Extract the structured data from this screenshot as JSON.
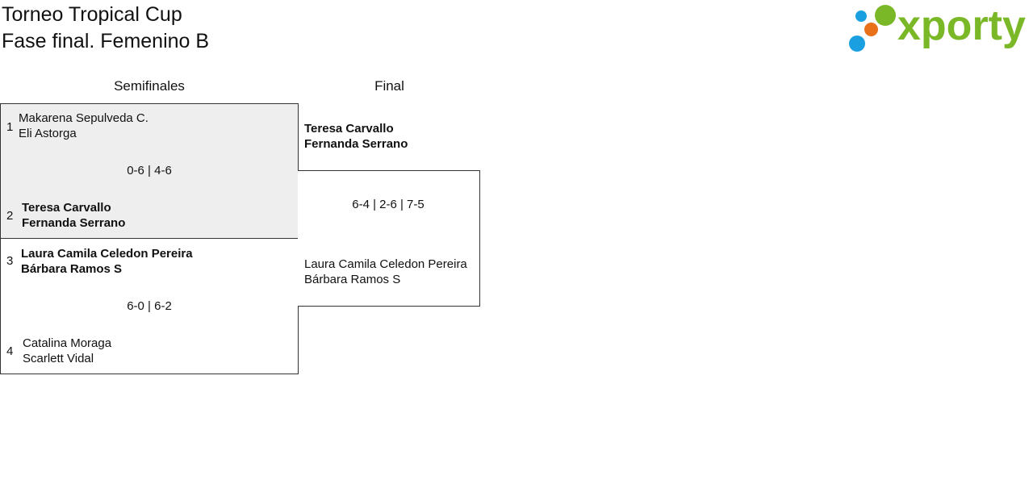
{
  "header": {
    "title": "Torneo Tropical Cup",
    "subtitle": "Fase final. Femenino B"
  },
  "logo": {
    "text": "xporty",
    "colors": {
      "green": "#7ab828",
      "blue": "#1aa0e0",
      "orange": "#e8711a"
    }
  },
  "rounds": {
    "semifinals": "Semifinales",
    "final": "Final"
  },
  "semifinals": [
    {
      "score": "0-6 | 4-6",
      "team_a": {
        "seed": "1",
        "players": [
          "Makarena Sepulveda C.",
          "Eli Astorga"
        ],
        "winner": false
      },
      "team_b": {
        "seed": "2",
        "players": [
          "Teresa Carvallo",
          "Fernanda Serrano"
        ],
        "winner": true
      }
    },
    {
      "score": "6-0 | 6-2",
      "team_a": {
        "seed": "3",
        "players": [
          "Laura Camila Celedon Pereira",
          "Bárbara Ramos S"
        ],
        "winner": true
      },
      "team_b": {
        "seed": "4",
        "players": [
          "Catalina Moraga",
          "Scarlett Vidal"
        ],
        "winner": false
      }
    }
  ],
  "final": {
    "score": "6-4 | 2-6 | 7-5",
    "team_a": {
      "players": [
        "Teresa Carvallo",
        "Fernanda Serrano"
      ],
      "winner": true
    },
    "team_b": {
      "players": [
        "Laura Camila Celedon Pereira",
        "Bárbara Ramos S"
      ],
      "winner": false
    }
  }
}
